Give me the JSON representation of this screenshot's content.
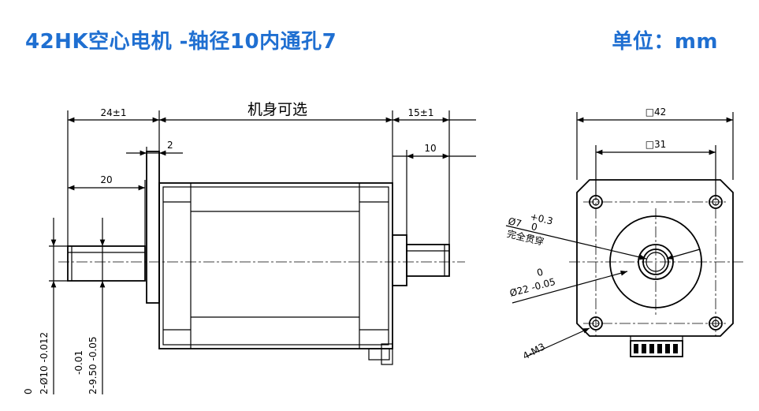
{
  "header": {
    "title": "42HK空心电机 -轴径10内通孔7",
    "unit": "单位：mm",
    "title_color": "#1f6fd1"
  },
  "side_view": {
    "dim_shaft_rear": "24±1",
    "dim_body": "机身可选",
    "dim_shaft_front": "15±1",
    "dim_flange": "2",
    "dim_front_10": "10",
    "dim_rear_20": "20",
    "shaft_dia_tol": "0",
    "shaft_dia": "2-Ø10 -0.012",
    "shaft_flat_tol": "-0.01",
    "shaft_flat": "2-9.50 -0.05"
  },
  "front_view": {
    "dim_outer": "□42",
    "dim_holes": "□31",
    "bore_dia": "Ø7",
    "bore_tol_upper": "+0.3",
    "bore_tol_lower": "0",
    "bore_note": "完全贯穿",
    "boss_tol": "0",
    "boss_dia": "Ø22 -0.05",
    "screw_holes": "4-M3"
  }
}
